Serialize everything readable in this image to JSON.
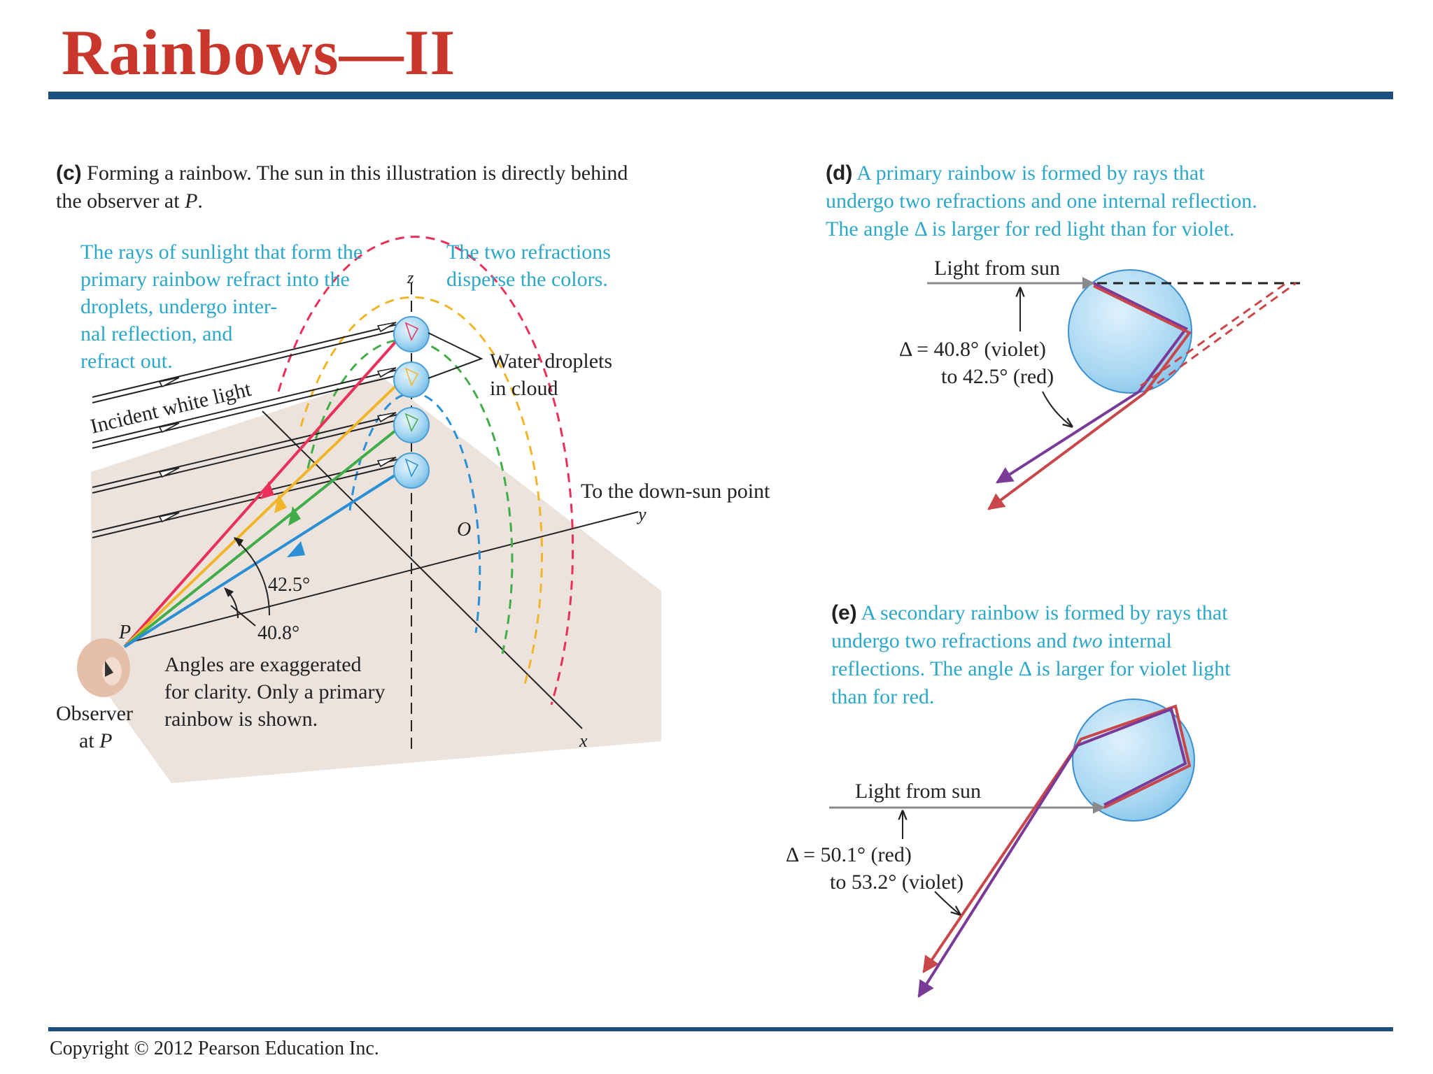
{
  "title": "Rainbows—II",
  "copyright": "Copyright © 2012 Pearson Education Inc.",
  "colors": {
    "title_red": "#c9372c",
    "rule_blue": "#1c4e80",
    "caption_cyan": "#2aa7c9",
    "red_ray": "#e8305a",
    "orange_ray": "#f1b52a",
    "green_ray": "#41ad48",
    "blue_ray": "#2a8fd4",
    "violet_ray": "#7a3a98",
    "red_path": "#c8474a",
    "ground": "#ece3dd",
    "droplet": "#9fd0ef"
  },
  "panel_c": {
    "label": "(c)",
    "caption_line1": " Forming a rainbow. The sun in this illustration is directly behind",
    "caption_line2_a": "the observer at ",
    "caption_line2_p": "P",
    "caption_line2_b": ".",
    "rays_note": [
      "The rays of sunlight that form the",
      "primary rainbow refract into the",
      "droplets, undergo inter-",
      "nal reflection, and",
      "refract out."
    ],
    "disperse_note": [
      "The two refractions",
      "disperse the colors."
    ],
    "water_droplets": [
      "Water droplets",
      "in cloud"
    ],
    "incident": "Incident white light",
    "down_sun": "To the down-sun point",
    "angle_outer": "42.5°",
    "angle_inner": "40.8°",
    "angles_note": [
      "Angles are exaggerated",
      "for clarity. Only a primary",
      "rainbow is shown."
    ],
    "observer": [
      "Observer",
      "at "
    ],
    "observer_p": "P",
    "axis_z": "z",
    "axis_y": "y",
    "axis_x": "x",
    "point_o": "O",
    "point_p": "P"
  },
  "panel_d": {
    "label": "(d)",
    "caption": [
      "A primary rainbow is formed by rays that",
      "undergo two refractions and one internal reflection.",
      "The angle Δ is larger for red light than for violet."
    ],
    "light_from_sun": "Light from sun",
    "delta_line1": "Δ = 40.8° (violet)",
    "delta_line2": "to 42.5° (red)"
  },
  "panel_e": {
    "label": "(e)",
    "caption_l1": "A secondary rainbow is formed by rays that",
    "caption_l2_a": "undergo two refractions and ",
    "caption_l2_em": "two",
    "caption_l2_b": " internal",
    "caption_l3": "reflections. The angle Δ is larger for violet light",
    "caption_l4": "than for red.",
    "light_from_sun": "Light from sun",
    "delta_line1": "Δ = 50.1° (red)",
    "delta_line2": "to 53.2° (violet)"
  }
}
